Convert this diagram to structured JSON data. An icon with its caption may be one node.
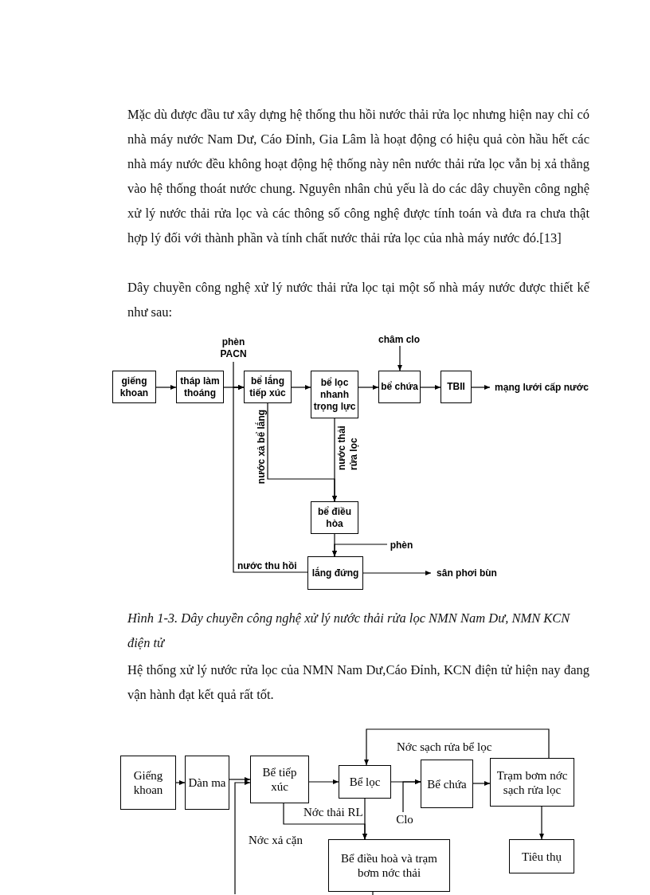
{
  "diagram": {
    "caption": "Hình 1-3. Dây chuyền công nghệ xử lý nước thải rửa lọc NMN Nam Dư, NMN KCN điện tử",
    "nodes": [
      {
        "text": [
          "giếng khoan"
        ]
      },
      {
        "text": [
          "tháp làm thoáng"
        ]
      },
      {
        "text": [
          "bể lắng tiếp xúc"
        ]
      },
      {
        "text": [
          "bể lọc nhanh trọng lực"
        ]
      },
      {
        "text": [
          "bể chứa"
        ]
      },
      {
        "text": [
          "TBII"
        ]
      },
      {
        "text": [
          "mạng lưới cấp nước"
        ]
      },
      {
        "text": [
          "phèn PACN"
        ]
      },
      {
        "text": [
          "châm clo"
        ]
      },
      {
        "text": [
          "bể điều hòa"
        ]
      },
      {
        "text": [
          "lắng đứng"
        ]
      },
      {
        "text": [
          "sân phơi bùn"
        ]
      },
      {
        "text": [
          "phèn"
        ]
      },
      {
        "text": [
          "Giếng khoan"
        ]
      },
      {
        "text": [
          "Dàn ma"
        ]
      },
      {
        "text": [
          "Bể tiếp xúc"
        ]
      },
      {
        "text": [
          "Bể lọc"
        ]
      },
      {
        "text": [
          "Bể chứa"
        ]
      },
      {
        "text": [
          "Trạm bơm nớc sạch rửa lọc"
        ]
      },
      {
        "text": [
          "Tiêu thụ"
        ]
      },
      {
        "text": [
          "Bể điều hoà và trạm bơm nớc thải"
        ]
      },
      {
        "text": [
          "Clo"
        ]
      }
    ],
    "edges": [
      {
        "from": 0,
        "to": 1,
        "arrow": "to"
      },
      {
        "from": 1,
        "to": 2,
        "arrow": "to"
      },
      {
        "from": 2,
        "to": 3,
        "arrow": "to"
      },
      {
        "from": 3,
        "to": 4,
        "arrow": "to"
      },
      {
        "from": 4,
        "to": 5,
        "arrow": "to"
      },
      {
        "from": 5,
        "to": 6,
        "arrow": "to"
      },
      {
        "from": 7,
        "to": 2,
        "arrow": "to"
      },
      {
        "from": 8,
        "to": 4,
        "arrow": "to"
      },
      {
        "from": 2,
        "to": 9,
        "arrow": "to",
        "label": "nước xả bể lắng"
      },
      {
        "from": 3,
        "to": 9,
        "arrow": "to",
        "label": "nước thải rửa lọc"
      },
      {
        "from": 9,
        "to": 10,
        "arrow": "to"
      },
      {
        "from": 12,
        "to": 10,
        "arrow": "to"
      },
      {
        "from": 10,
        "to": 2,
        "arrow": "to",
        "label": "nước thu hồi"
      },
      {
        "from": 10,
        "to": 11,
        "arrow": "to"
      },
      {
        "from": 13,
        "to": 14,
        "arrow": "to"
      },
      {
        "from": 14,
        "to": 15,
        "arrow": "to"
      },
      {
        "from": null,
        "to": 15,
        "arrow": "to"
      },
      {
        "from": 15,
        "to": 16,
        "arrow": "to"
      },
      {
        "from": 16,
        "to": 17,
        "arrow": "to"
      },
      {
        "from": 17,
        "to": 18,
        "arrow": "to"
      },
      {
        "from": 21,
        "to": 17,
        "arrow": "to"
      },
      {
        "from": 18,
        "to": 16,
        "arrow": "to",
        "label": "Nớc sạch rửa bể lọc"
      },
      {
        "from": 18,
        "to": 19,
        "arrow": "to"
      },
      {
        "from": 15,
        "to": 20,
        "arrow": "to",
        "label": "Nớc xả cặn"
      },
      {
        "from": 16,
        "to": 20,
        "arrow": "to",
        "label": "Nớc thải RL"
      },
      {
        "from": 20,
        "to": null,
        "arrow": "none"
      }
    ],
    "labels": [
      "Mặc dù được đầu tư xây dựng hệ thống thu hồi nước thải rửa lọc nhưng hiện nay chỉ có nhà máy nước Nam Dư, Cáo Đỉnh, Gia Lâm là hoạt động có hiệu quả còn hầu hết các nhà máy nước đều không hoạt động hệ thống này nên nước thải rửa lọc vẫn bị xả thẳng vào hệ thống thoát nước chung. Nguyên nhân chủ yếu là do các dây chuyền công nghệ xử lý nước thải rửa lọc và các thông số công nghệ được tính toán và đưa ra chưa thật hợp lý đối với thành phần và tính chất nước thải rửa lọc của nhà máy nước đó.[13]",
      "Dây chuyền công nghệ xử lý nước thải rửa lọc tại một số nhà máy nước được thiết kế như sau:",
      "Hệ thống xử lý nước rửa lọc của NMN Nam Dư,Cáo Đỉnh, KCN điện tử hiện nay đang vận hành đạt kết quả rất tốt."
    ]
  }
}
